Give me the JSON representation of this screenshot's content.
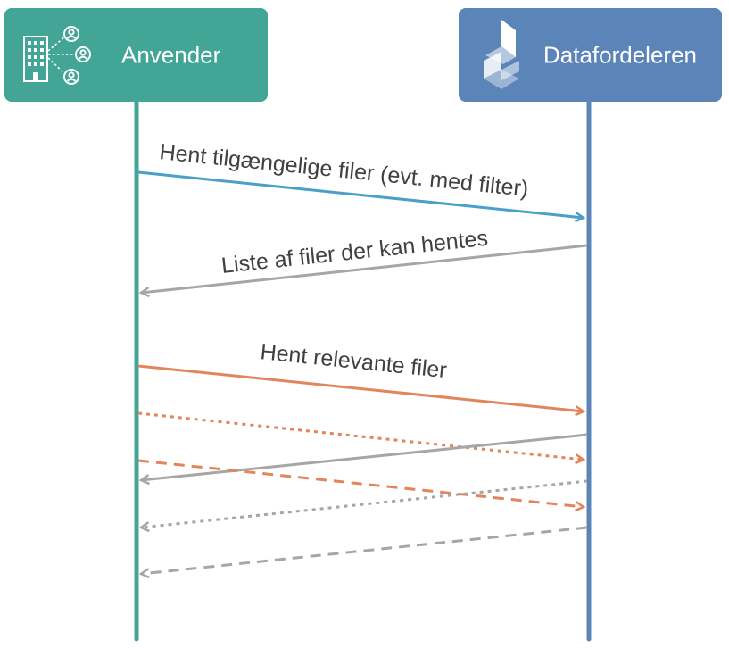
{
  "colors": {
    "anvender": "#42a596",
    "datafordeleren": "#5b84b8",
    "request": "#4aa0c7",
    "response": "#a6a6a6",
    "download": "#e3855a",
    "text": "#404040"
  },
  "actors": {
    "left": {
      "label": "Anvender",
      "icon": "building-users-icon"
    },
    "right": {
      "label": "Datafordeleren",
      "icon": "datafordeleren-logo-icon"
    }
  },
  "messages": [
    {
      "label": "Hent tilgængelige filer (evt. med filter)",
      "direction": "to-right",
      "style": "solid",
      "color": "request"
    },
    {
      "label": "Liste af filer der kan hentes",
      "direction": "to-left",
      "style": "solid",
      "color": "response"
    },
    {
      "label": "Hent relevante filer",
      "direction": "to-right",
      "style": "solid",
      "color": "download"
    },
    {
      "label": "",
      "direction": "to-right",
      "style": "dotted",
      "color": "download"
    },
    {
      "label": "",
      "direction": "to-left",
      "style": "solid",
      "color": "response"
    },
    {
      "label": "",
      "direction": "to-right",
      "style": "dashed",
      "color": "download"
    },
    {
      "label": "",
      "direction": "to-left",
      "style": "dotted",
      "color": "response"
    },
    {
      "label": "",
      "direction": "to-left",
      "style": "dashed",
      "color": "response"
    }
  ]
}
